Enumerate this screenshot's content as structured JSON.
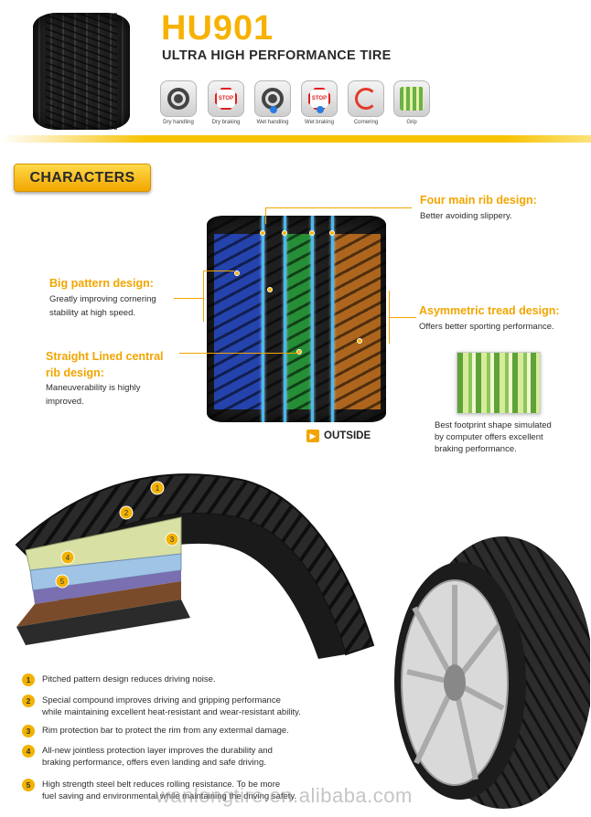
{
  "header": {
    "model": "HU901",
    "subtitle": "ULTRA HIGH PERFORMANCE TIRE",
    "features": [
      {
        "label": "Dry handling",
        "icon": "steering-wheel-icon"
      },
      {
        "label": "Dry braking",
        "icon": "stop-sign-icon",
        "icon_text": "STOP"
      },
      {
        "label": "Wet handling",
        "icon": "wet-steering-wheel-icon"
      },
      {
        "label": "Wet braking",
        "icon": "wet-stop-sign-icon",
        "icon_text": "STOP"
      },
      {
        "label": "Cornering",
        "icon": "cornering-icon"
      },
      {
        "label": "Grip",
        "icon": "grip-icon"
      }
    ]
  },
  "characters": {
    "badge": "CHARACTERS",
    "callouts": {
      "four_rib": {
        "title": "Four main rib design:",
        "text": "Better avoiding slippery."
      },
      "big_pattern": {
        "title": "Big pattern design:",
        "text_lines": [
          "Greatly improving cornering",
          "stability at high speed."
        ]
      },
      "asymmetric": {
        "title": "Asymmetric tread design:",
        "text": "Offers better sporting performance."
      },
      "straight_rib": {
        "title_lines": [
          "Straight Lined central",
          "rib design:"
        ],
        "text_lines": [
          "Maneuverability is highly",
          "improved."
        ]
      },
      "footprint": {
        "text_lines": [
          "Best footprint shape simulated",
          "by computer offers excellent",
          "braking performance."
        ]
      }
    },
    "outside_label": "OUTSIDE"
  },
  "layers": {
    "markers": [
      "1",
      "2",
      "3",
      "4",
      "5"
    ]
  },
  "bullets": [
    {
      "num": "1",
      "lines": [
        "Pitched pattern design reduces driving noise."
      ]
    },
    {
      "num": "2",
      "lines": [
        "Special compound improves driving and gripping performance",
        "while maintaining excellent heat-resistant and wear-resistant ability."
      ]
    },
    {
      "num": "3",
      "lines": [
        "Rim protection bar to protect the rim from any extermal damage."
      ]
    },
    {
      "num": "4",
      "lines": [
        "All-new jointless protection layer improves the durability and",
        "braking performance, offers even landing and safe driving."
      ]
    },
    {
      "num": "5",
      "lines": [
        "High strength steel belt reduces rolling resistance. To be more",
        "fuel saving and environmental while maintaining the driving safety."
      ]
    }
  ],
  "watermark": "wanlongtire.en.alibaba.com",
  "colors": {
    "accent": "#f2a500",
    "groove": "#4db8f0",
    "text": "#2d2d2d"
  }
}
